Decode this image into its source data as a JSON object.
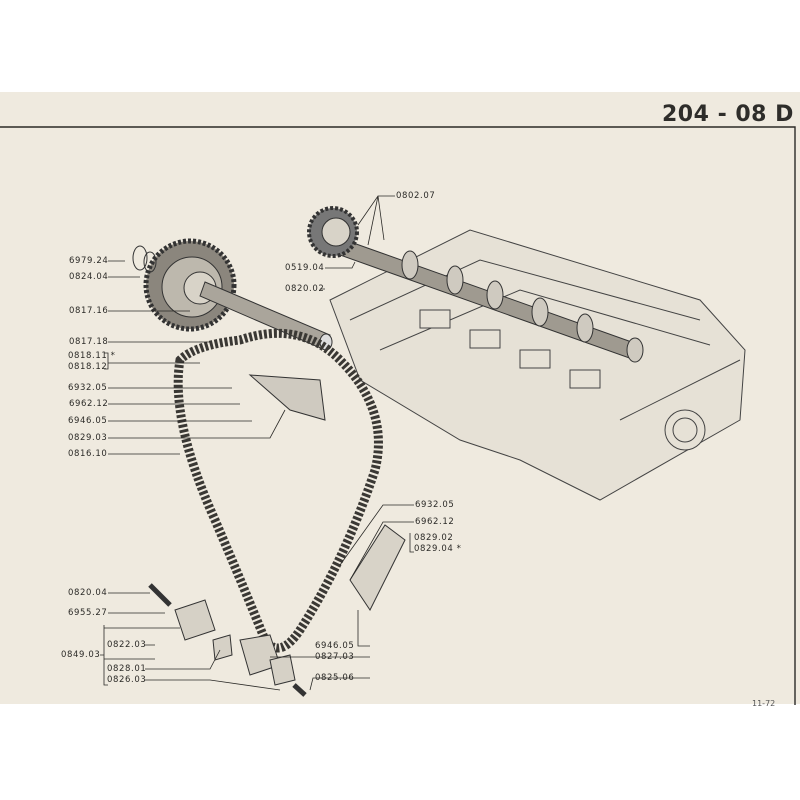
{
  "sheet_title": "204 - 08 D",
  "footer": "11-72",
  "labels": {
    "l6979_24": "6979.24",
    "l0824_04": "0824.04",
    "l0817_16": "0817.16",
    "l0817_18": "0817.18",
    "l0818_11": "0818.11 *",
    "l0818_12": "0818.12",
    "l6932_05a": "6932.05",
    "l6962_12a": "6962.12",
    "l6946_05a": "6946.05",
    "l0829_03": "0829.03",
    "l0816_10": "0816.10",
    "l0802_07": "0802.07",
    "l0519_04": "0519.04",
    "l0820_02": "0820.02",
    "l6932_05b": "6932.05",
    "l6962_12b": "6962.12",
    "l0829_02": "0829.02",
    "l0829_04": "0829.04 *",
    "l6946_05b": "6946.05",
    "l0827_03": "0827.03",
    "l0825_06": "0825.06",
    "l0820_04": "0820.04",
    "l6955_27": "6955.27",
    "l0822_03": "0822.03",
    "l0849_03": "0849.03",
    "l0828_01": "0828.01",
    "l0826_03": "0826.03"
  }
}
